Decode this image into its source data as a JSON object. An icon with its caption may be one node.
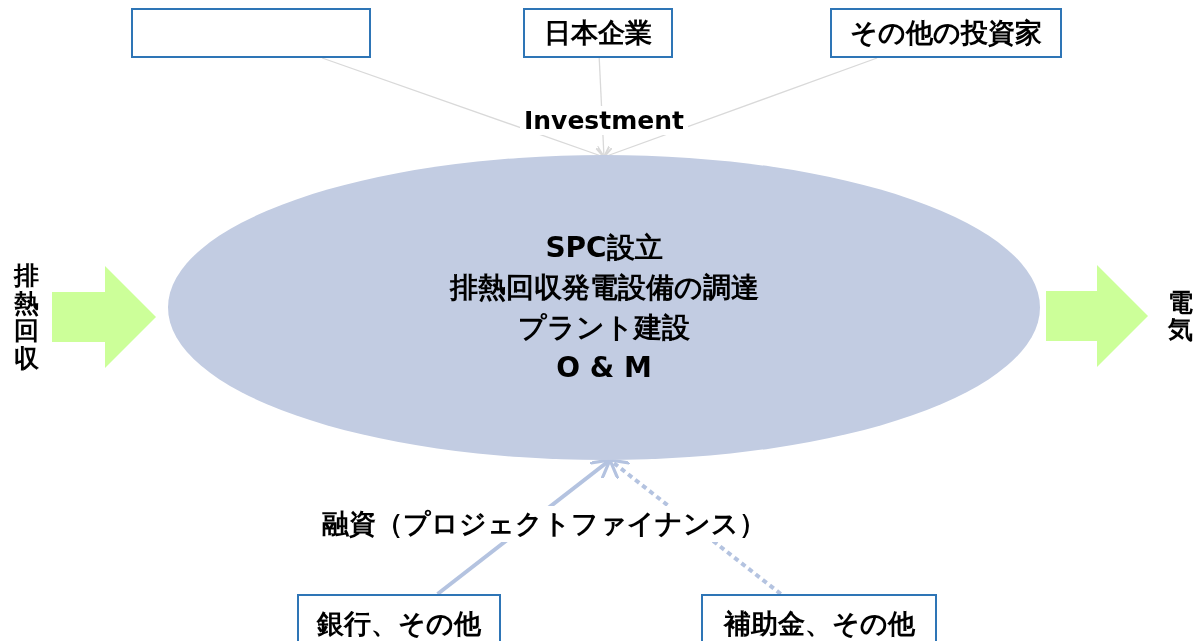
{
  "diagram": {
    "nodes": [
      {
        "text": [],
        "shape": "box"
      },
      {
        "text": [
          "日本企業"
        ]
      },
      {
        "text": [
          "その他の投資家"
        ]
      },
      {
        "text": [
          "SPC設立",
          "排熱回収発電設備の調達",
          "プラント建設",
          "O & M"
        ]
      },
      {
        "text": [
          "銀行、その他"
        ]
      },
      {
        "text": [
          "補助金、その他"
        ]
      },
      {
        "text": [
          "排熱回収"
        ]
      },
      {
        "text": [
          "電気"
        ]
      }
    ],
    "edges": [
      {
        "from": 0,
        "to": 3,
        "arrow": "to"
      },
      {
        "from": 1,
        "to": 3,
        "arrow": "to"
      },
      {
        "from": 2,
        "to": 3,
        "arrow": "to"
      },
      {
        "from": 4,
        "to": 3,
        "arrow": "to",
        "color": "#b4c3e0"
      },
      {
        "from": 5,
        "to": 3,
        "arrow": "to",
        "style": "dashed",
        "color": "#b4c3e0"
      },
      {
        "from": 6,
        "to": 3,
        "arrow": "to",
        "style": "thick",
        "color": "#ccff99"
      },
      {
        "from": 3,
        "to": 7,
        "arrow": "to",
        "style": "thick",
        "color": "#ccff99"
      }
    ],
    "labels": [
      "Investment",
      "融資（プロジェクトファイナンス）"
    ]
  }
}
